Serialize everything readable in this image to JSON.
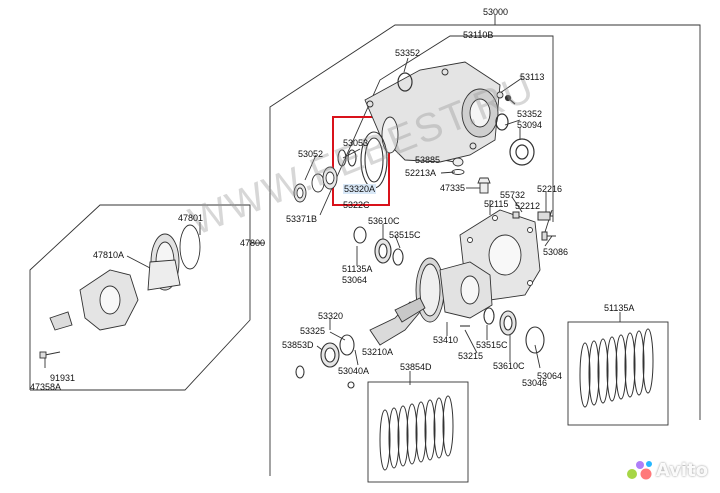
{
  "parts": {
    "p53000": "53000",
    "p53110B": "53110B",
    "p53352a": "53352",
    "p53113": "53113",
    "p53352b": "53352",
    "p53094": "53094",
    "p53053": "53053",
    "p53052": "53052",
    "p53320A": "53320A",
    "p5322x": "5322C",
    "p53371B": "53371B",
    "p53885": "53885",
    "p52213A": "52213A",
    "p47335": "47335",
    "p55732": "55732",
    "p52216": "52216",
    "p52115": "52115",
    "p52212": "52212",
    "p53086": "53086",
    "p53610Ca": "53610C",
    "p53515Ca": "53515C",
    "p51135Aa": "51135A",
    "p53064a": "53064",
    "p47801": "47801",
    "p47800": "47800",
    "p47810A": "47810A",
    "p53320": "53320",
    "p53325": "53325",
    "p53853D": "53853D",
    "p53040A": "53040A",
    "p53210A": "53210A",
    "p53410": "53410",
    "p53515Cb": "53515C",
    "p53215": "53215",
    "p53610Cb": "53610C",
    "p53064b": "53064",
    "p53046": "53046",
    "p53854D": "53854D",
    "p51135Ab": "51135A",
    "p91931": "91931",
    "p47358A": "47358A"
  },
  "watermark": {
    "text": "WWW.FEBEST.RU"
  },
  "avito_logo": {
    "text": "Avito",
    "dot_colors": [
      "#97cf26",
      "#ff6163",
      "#a169f7",
      "#00aaff"
    ]
  },
  "highlight": {
    "box_color": "#d9121b",
    "label_bg": "#d9e8f7"
  }
}
